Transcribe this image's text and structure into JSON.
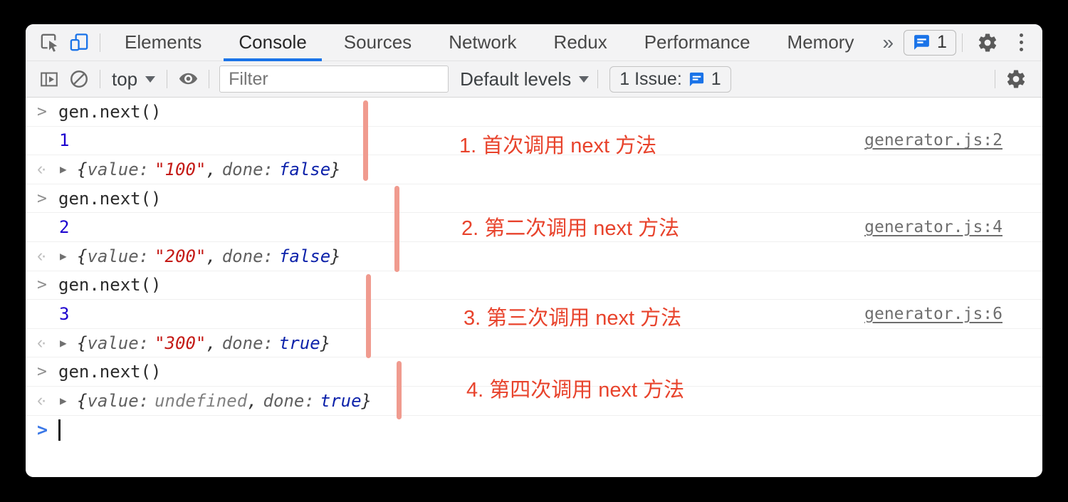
{
  "tabs": {
    "items": [
      "Elements",
      "Console",
      "Sources",
      "Network",
      "Redux",
      "Performance",
      "Memory"
    ],
    "active_tab": "Console",
    "more": "»",
    "issue_count": "1"
  },
  "toolbar": {
    "context": "top",
    "filter_placeholder": "Filter",
    "levels": "Default levels",
    "issues_label": "1 Issue:",
    "issues_count": "1"
  },
  "console": {
    "input_chevron": ">",
    "prompt_chevron": ">",
    "result_icon": "‹·",
    "disclosure": "▶",
    "obj_open": "{",
    "obj_comma": ",",
    "obj_close": "}",
    "blocks": [
      {
        "input": "gen.next()",
        "log": {
          "value": "1",
          "link": "generator.js:2"
        },
        "result": {
          "key1": "value:",
          "value": "\"100\"",
          "key2": "done:",
          "done": "false"
        }
      },
      {
        "input": "gen.next()",
        "log": {
          "value": "2",
          "link": "generator.js:4"
        },
        "result": {
          "key1": "value:",
          "value": "\"200\"",
          "key2": "done:",
          "done": "false"
        }
      },
      {
        "input": "gen.next()",
        "log": {
          "value": "3",
          "link": "generator.js:6"
        },
        "result": {
          "key1": "value:",
          "value": "\"300\"",
          "key2": "done:",
          "done": "true"
        }
      },
      {
        "input": "gen.next()",
        "result": {
          "key1": "value:",
          "value": "undefined",
          "key2": "done:",
          "done": "true"
        }
      }
    ]
  },
  "annotations": {
    "labels": [
      "1. 首次调用 next 方法",
      "2. 第二次调用 next 方法",
      "3. 第三次调用 next 方法",
      "4. 第四次调用 next 方法"
    ]
  },
  "colors": {
    "accent": "#1a73e8",
    "annotation": "#e8432c",
    "stroke": "#f09b8f",
    "number": "#1c00cf",
    "string": "#c41a16",
    "boolean": "#0d22aa",
    "undefined": "#808080",
    "link": "#6e6e6e",
    "bar": "#f3f3f4"
  }
}
